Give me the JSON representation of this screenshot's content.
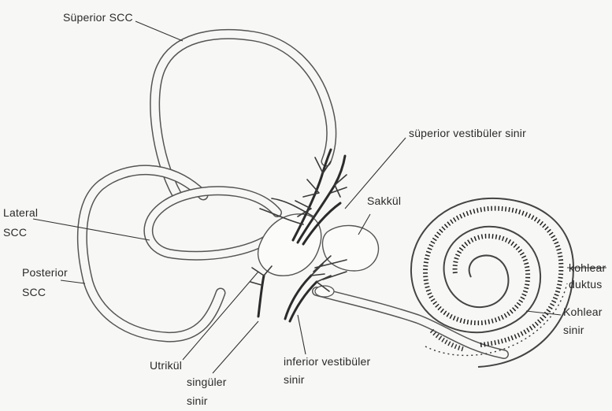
{
  "labels": {
    "superior_scc": "Süperior SCC",
    "lateral_scc_1": "Lateral",
    "lateral_scc_2": "SCC",
    "posterior_scc_1": "Posterior",
    "posterior_scc_2": "SCC",
    "superior_vestibular_nerve": "süperior vestibüler sinir",
    "saccule": "Sakkül",
    "cochlear_duct_1": "kohlear",
    "cochlear_duct_2": "duktus",
    "cochlear_nerve_1": "Kohlear",
    "cochlear_nerve_2": "sinir",
    "utricle": "Utrikül",
    "singular_nerve_1": "singüler",
    "singular_nerve_2": "sinir",
    "inferior_vestibular_nerve_1": "inferior vestibüler",
    "inferior_vestibular_nerve_2": "sinir"
  },
  "colors": {
    "background": "#f7f7f5",
    "line": "#555555",
    "text": "#2a2a2a"
  }
}
